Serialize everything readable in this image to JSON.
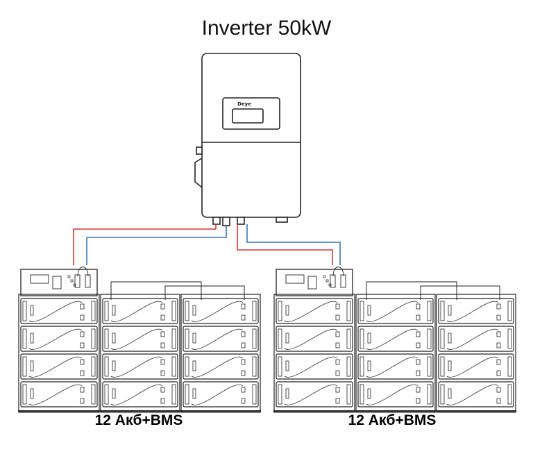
{
  "title": "Inverter 50kW",
  "inverter": {
    "logo": "Deye"
  },
  "banks": [
    {
      "caption": "12 Акб+BMS"
    },
    {
      "caption": "12 Акб+BMS"
    }
  ],
  "colors": {
    "positive": "#d23a32",
    "negative": "#3a72b8",
    "outline": "#222222"
  }
}
